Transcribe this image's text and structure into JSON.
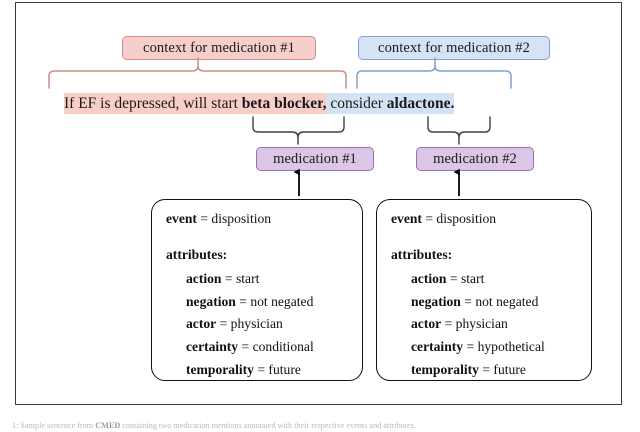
{
  "figure": {
    "caption_prefix": "1: Sample sentence from ",
    "caption_bold": "CMED",
    "caption_rest": " containing two medication mentions annotated with their respective events and attributes."
  },
  "labels": {
    "context_1": "context for medication #1",
    "context_2": "context for medication #2",
    "medication_1": "medication #1",
    "medication_2": "medication #2"
  },
  "sentence": {
    "pink_prefix": "If EF is depressed, will start ",
    "pink_medication": "beta blocker",
    "pink_suffix": ",",
    "blue_prefix": " consider ",
    "blue_medication": "aldactone",
    "blue_suffix": "."
  },
  "annotations": [
    {
      "event_key": "event",
      "event_eq": " = ",
      "event_value": "disposition",
      "attributes_header": "attributes:",
      "rows": [
        {
          "key": "action",
          "eq": " = ",
          "value": "start"
        },
        {
          "key": "negation",
          "eq": " = ",
          "value": "not negated"
        },
        {
          "key": "actor",
          "eq": " = ",
          "value": "physician"
        },
        {
          "key": "certainty",
          "eq": " = ",
          "value": "conditional"
        },
        {
          "key": "temporality",
          "eq": " = ",
          "value": "future"
        }
      ]
    },
    {
      "event_key": "event",
      "event_eq": " = ",
      "event_value": "disposition",
      "attributes_header": "attributes:",
      "rows": [
        {
          "key": "action",
          "eq": " = ",
          "value": "start"
        },
        {
          "key": "negation",
          "eq": " = ",
          "value": "not negated"
        },
        {
          "key": "actor",
          "eq": " = ",
          "value": "physician"
        },
        {
          "key": "certainty",
          "eq": " = ",
          "value": "hypothetical"
        },
        {
          "key": "temporality",
          "eq": " = ",
          "value": "future"
        }
      ]
    }
  ],
  "colors": {
    "pink_fill": "#f9cdc8",
    "pink_border": "#cc8d87",
    "blue_fill": "#d3e3f4",
    "blue_border": "#7fa3cb",
    "purple_fill": "#dcc6e6",
    "purple_border": "#9b6fb0",
    "brace_gray": "#3f3f3f",
    "frame": "#3b3b3b"
  }
}
